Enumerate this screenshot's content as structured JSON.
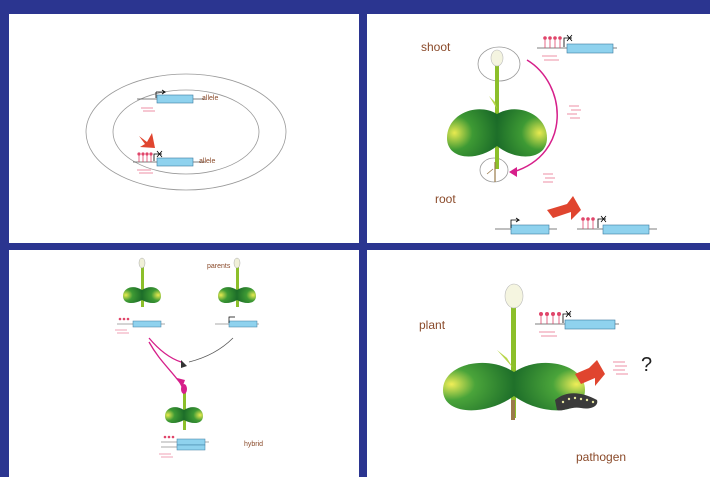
{
  "panels": {
    "top_left": {
      "allele_top": "allele",
      "allele_bottom": "allele"
    },
    "top_right": {
      "shoot": "shoot",
      "root": "root"
    },
    "bottom_left": {
      "parents": "parents",
      "hybrid": "hybrid"
    },
    "bottom_right": {
      "plant": "plant",
      "pathogen": "pathogen",
      "question": "?"
    }
  },
  "colors": {
    "border": "#2b3590",
    "gene": "#8fd2ee",
    "methyl": "#e0456a",
    "arrow_red": "#e0452f",
    "arrow_magenta": "#d61f8a",
    "leaf": "#1f7a2e",
    "stem": "#8cbf2a"
  }
}
